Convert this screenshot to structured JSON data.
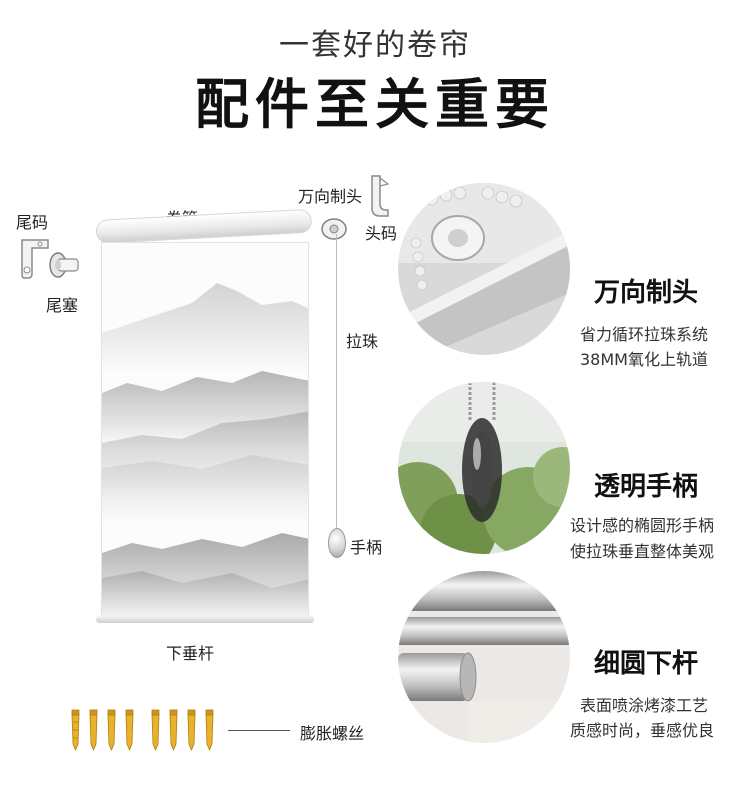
{
  "header": {
    "subtitle": "一套好的卷帘",
    "title": "配件至关重要"
  },
  "diagram": {
    "labels": {
      "tail_code": "尾码",
      "tail_plug": "尾塞",
      "tube": "卷管",
      "head_brake": "万向制头",
      "head_code": "头码",
      "pull_chain": "拉珠",
      "handle": "手柄",
      "bottom_rod": "下垂杆",
      "expansion_screw": "膨胀螺丝"
    }
  },
  "features": [
    {
      "title": "万向制头",
      "lines": [
        "省力循环拉珠系统",
        "38MM氧化上轨道"
      ]
    },
    {
      "title": "透明手柄",
      "lines": [
        "设计感的椭圆形手柄",
        "使拉珠垂直整体美观"
      ]
    },
    {
      "title": "细圆下杆",
      "lines": [
        "表面喷涂烤漆工艺",
        "质感时尚，垂感优良"
      ]
    }
  ],
  "colors": {
    "title_text": "#111111",
    "screw_yellow": "#e9b22c"
  }
}
